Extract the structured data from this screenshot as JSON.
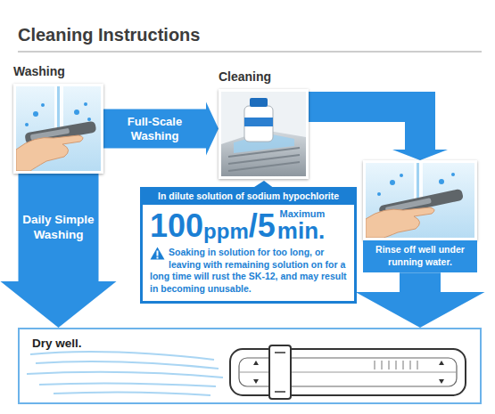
{
  "diagram": {
    "title": "Cleaning Instructions",
    "nodes": [
      {
        "text": [
          "Washing"
        ]
      },
      {
        "text": [
          "Cleaning"
        ]
      },
      {
        "text": [
          "Rinse off well under running water."
        ]
      },
      {
        "text": [
          "Dry well."
        ]
      },
      {
        "text": [
          "In dilute solution of sodium hypochlorite",
          "100",
          "ppm",
          "/",
          "5",
          "Maximum",
          "min.",
          "Soaking in solution for too long, or leaving with remaining solution on for a long time will rust the SK-12, and may result in becoming unusable."
        ]
      }
    ],
    "edges": [
      {
        "from": 0,
        "to": 1,
        "arrow": "to",
        "label": "Full-Scale Washing"
      },
      {
        "from": 1,
        "to": 2,
        "arrow": "to"
      },
      {
        "from": 2,
        "to": 3,
        "arrow": "to"
      },
      {
        "from": 0,
        "to": 3,
        "arrow": "to",
        "label": "Daily Simple Washing"
      }
    ]
  }
}
